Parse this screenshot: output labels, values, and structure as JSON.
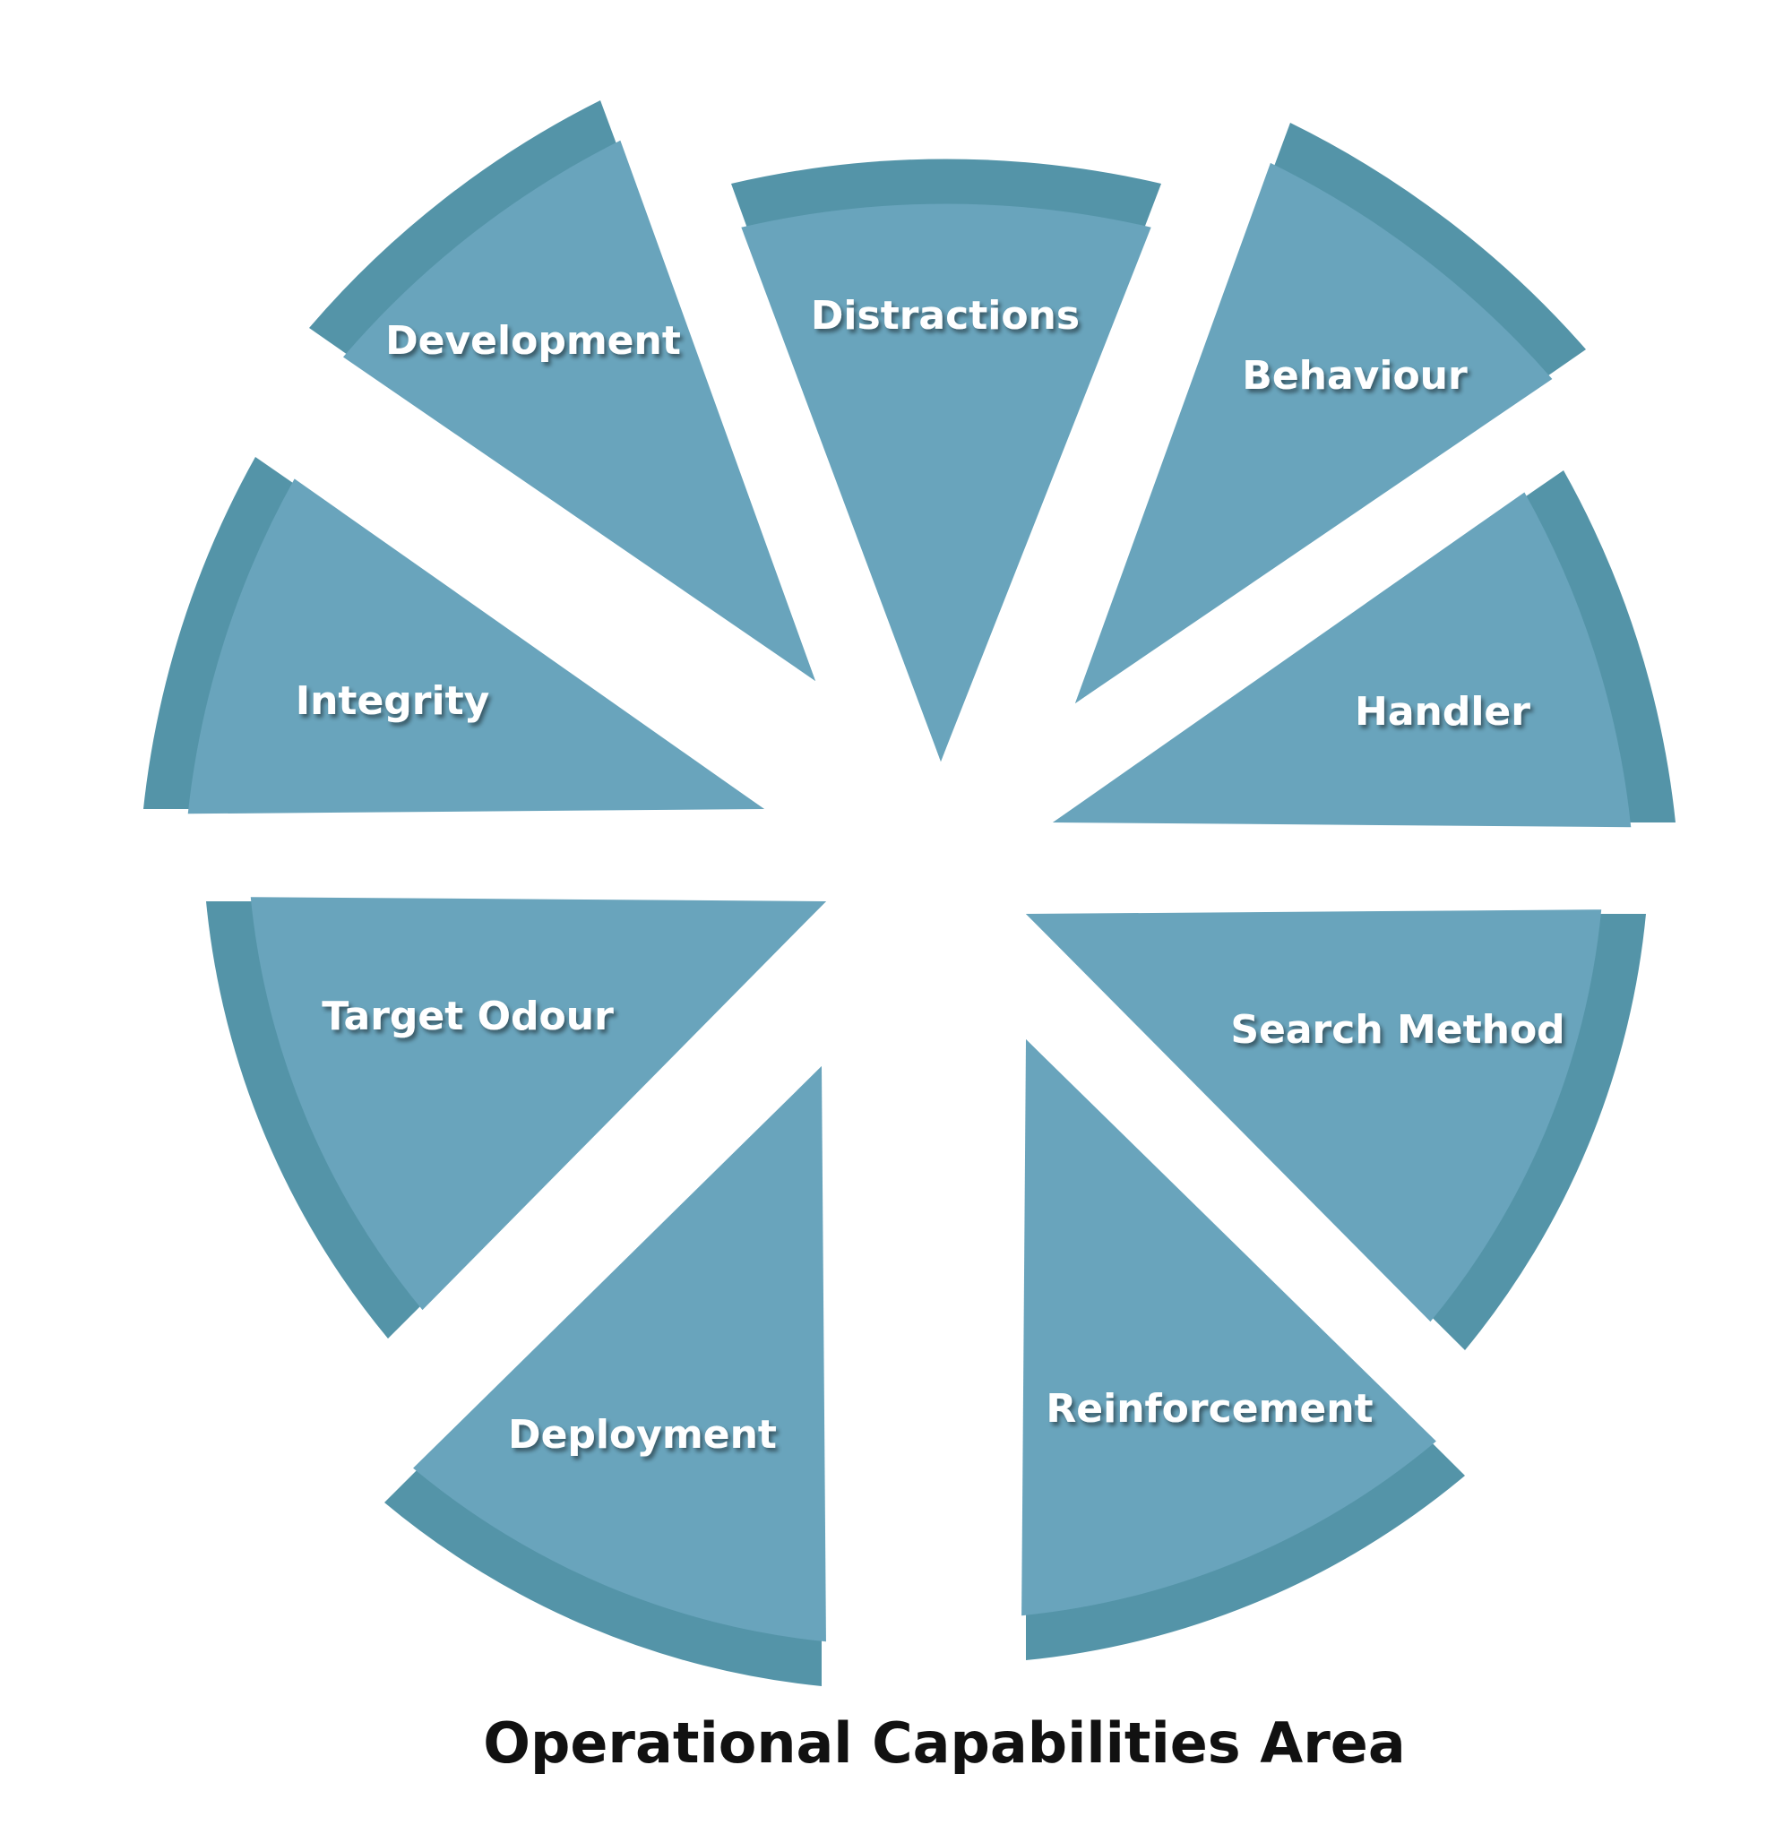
{
  "caption": "Operational Capabilities Area",
  "colors": {
    "segment_fill": "#69a4bc",
    "segment_rim": "#5494a8",
    "label_text": "#ffffff",
    "caption_text": "#111111",
    "background": "#ffffff"
  },
  "segments": [
    {
      "label": "Distractions"
    },
    {
      "label": "Behaviour"
    },
    {
      "label": "Handler"
    },
    {
      "label": "Search Method"
    },
    {
      "label": "Reinforcement"
    },
    {
      "label": "Deployment"
    },
    {
      "label": "Target Odour"
    },
    {
      "label": "Integrity"
    },
    {
      "label": "Development"
    }
  ]
}
